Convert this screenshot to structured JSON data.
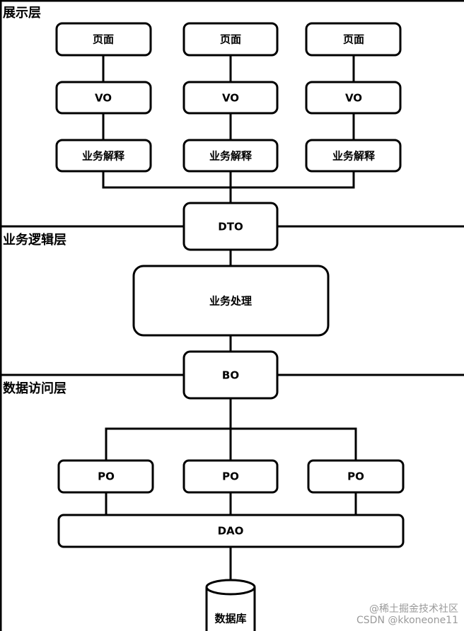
{
  "layers": [
    {
      "key": "presentation",
      "label": "展示层"
    },
    {
      "key": "business",
      "label": "业务逻辑层"
    },
    {
      "key": "data_access",
      "label": "数据访问层"
    }
  ],
  "nodes": {
    "page_1": "页面",
    "page_2": "页面",
    "page_3": "页面",
    "vo_1": "VO",
    "vo_2": "VO",
    "vo_3": "VO",
    "biz_1": "业务解释",
    "biz_2": "业务解释",
    "biz_3": "业务解释",
    "dto": "DTO",
    "business_processing": "业务处理",
    "bo": "BO",
    "po_1": "PO",
    "po_2": "PO",
    "po_3": "PO",
    "dao": "DAO",
    "database": "数据库"
  },
  "watermarks": [
    "@稀土掘金技术社区",
    "CSDN @kkoneone11"
  ]
}
